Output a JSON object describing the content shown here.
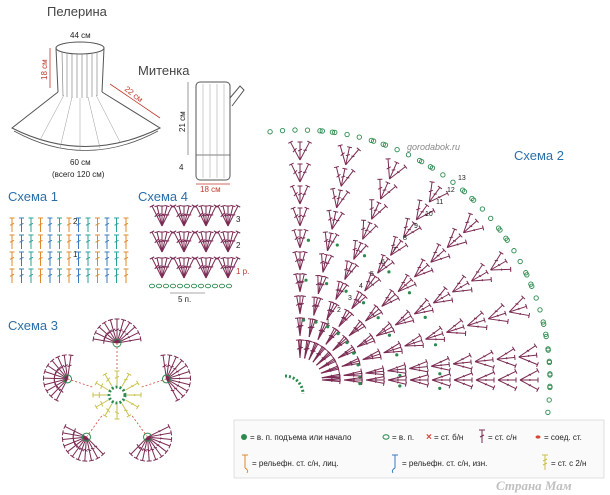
{
  "titles": {
    "pelerina": "Пелерина",
    "mitenka": "Митенка",
    "schema1": "Схема 1",
    "schema2": "Схема 2",
    "schema3": "Схема 3",
    "schema4": "Схема 4"
  },
  "dimensions": {
    "pelerina_top": "44 см",
    "pelerina_height": "18 см",
    "pelerina_side": "22 см",
    "pelerina_bottom": "60 см",
    "pelerina_bottom_total": "(всего 120 см)",
    "mitenka_height": "21 см",
    "mitenka_cuff": "4",
    "mitenka_width": "18 см"
  },
  "schema4_rows": {
    "r1": "1 р.",
    "r2": "2",
    "r3": "3",
    "repeat": "5 п."
  },
  "schema1_rows": {
    "r1": "1",
    "r2": "2"
  },
  "schema2_rows": [
    "13",
    "12",
    "11",
    "10",
    "9",
    "8",
    "7",
    "6",
    "5",
    "4",
    "3",
    "2",
    "1"
  ],
  "watermark_url": "gorodabok.ru",
  "watermark_site": "Страна Мам",
  "legend": {
    "ch_start": "= в. п. подъема или начало",
    "ch": "= в. п.",
    "sc": "= ст. б/н",
    "dc": "= ст. с/н",
    "slst": "= соед. ст.",
    "fpdc": "= рельефн. ст. с/н, лиц.",
    "bpdc": "= рельефн. ст. с/н, изн.",
    "tr": "= ст. с 2/н"
  },
  "colors": {
    "stitch": "#7a2a52",
    "teal": "#2aa198",
    "olive": "#c9c24a",
    "red": "#d1493a",
    "green": "#2d8a4e",
    "orange": "#e08a2a",
    "blue": "#3a7bbf"
  }
}
